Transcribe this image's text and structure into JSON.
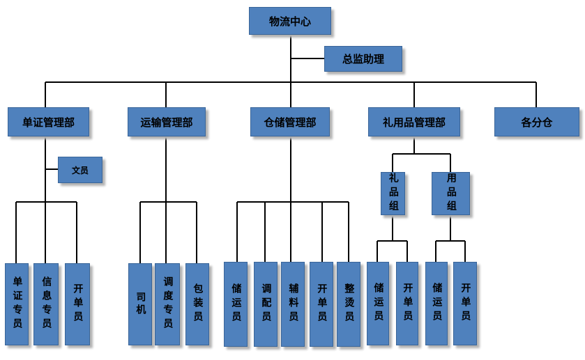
{
  "top": {
    "center": "物流中心",
    "assistant": "总监助理"
  },
  "departments": [
    "单证管理部",
    "运输管理部",
    "仓储管理部",
    "礼用品管理部",
    "各分仓"
  ],
  "doc_dept": {
    "clerk": "文员",
    "staff": [
      "单证专员",
      "信息专员",
      "开单员"
    ]
  },
  "transport_dept": {
    "staff": [
      "司机",
      "调度专员",
      "包装员"
    ]
  },
  "storage_dept": {
    "staff": [
      "储运员",
      "调配员",
      "辅料员",
      "开单员",
      "整烫员"
    ]
  },
  "gift_dept": {
    "groups": [
      "礼品组",
      "用品组"
    ],
    "gift_group_staff": [
      "储运员",
      "开单员"
    ],
    "supply_group_staff": [
      "储运员",
      "开单员"
    ]
  }
}
